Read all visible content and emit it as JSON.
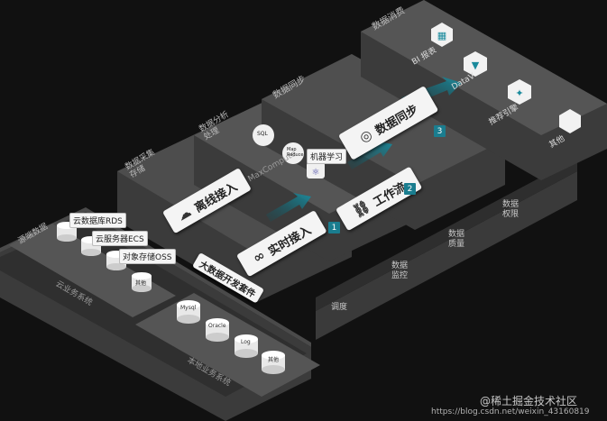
{
  "layers": {
    "consume": "数据消费",
    "sync": "数据同步",
    "analysis": [
      "数据分析",
      "处理"
    ],
    "collect": [
      "数据采集",
      "存储"
    ],
    "source": "源端数据"
  },
  "consumers": [
    "BI 报表",
    "DataV",
    "推荐引擎",
    "其他"
  ],
  "sync_box": "数据同步",
  "analysis": {
    "maxcompute": "MaxCompute",
    "sql": "SQL",
    "mapreduce": "Map\nReduce",
    "ml": "机器学习",
    "workflow": "工作流"
  },
  "collect": {
    "offline": "离线接入",
    "realtime": "实时接入",
    "suite": "大数据开发套件"
  },
  "cloud": {
    "rds": "云数据库RDS",
    "ecs": "云服务器ECS",
    "oss": "对象存储OSS",
    "other": "其他",
    "system": "云业务系统"
  },
  "local": {
    "mysql": "Mysql",
    "oracle": "Oracle",
    "log": "Log",
    "other": "其他",
    "system": "本地业务系统"
  },
  "governance": [
    "调度",
    "数据监控",
    "数据质量",
    "数据权限"
  ],
  "steps": [
    "1",
    "2",
    "3"
  ],
  "watermark": {
    "community": "@稀土掘金技术社区",
    "url": "https://blog.csdn.net/weixin_43160819"
  },
  "colors": {
    "accent": "#1a7d8f",
    "background": "#111111"
  }
}
